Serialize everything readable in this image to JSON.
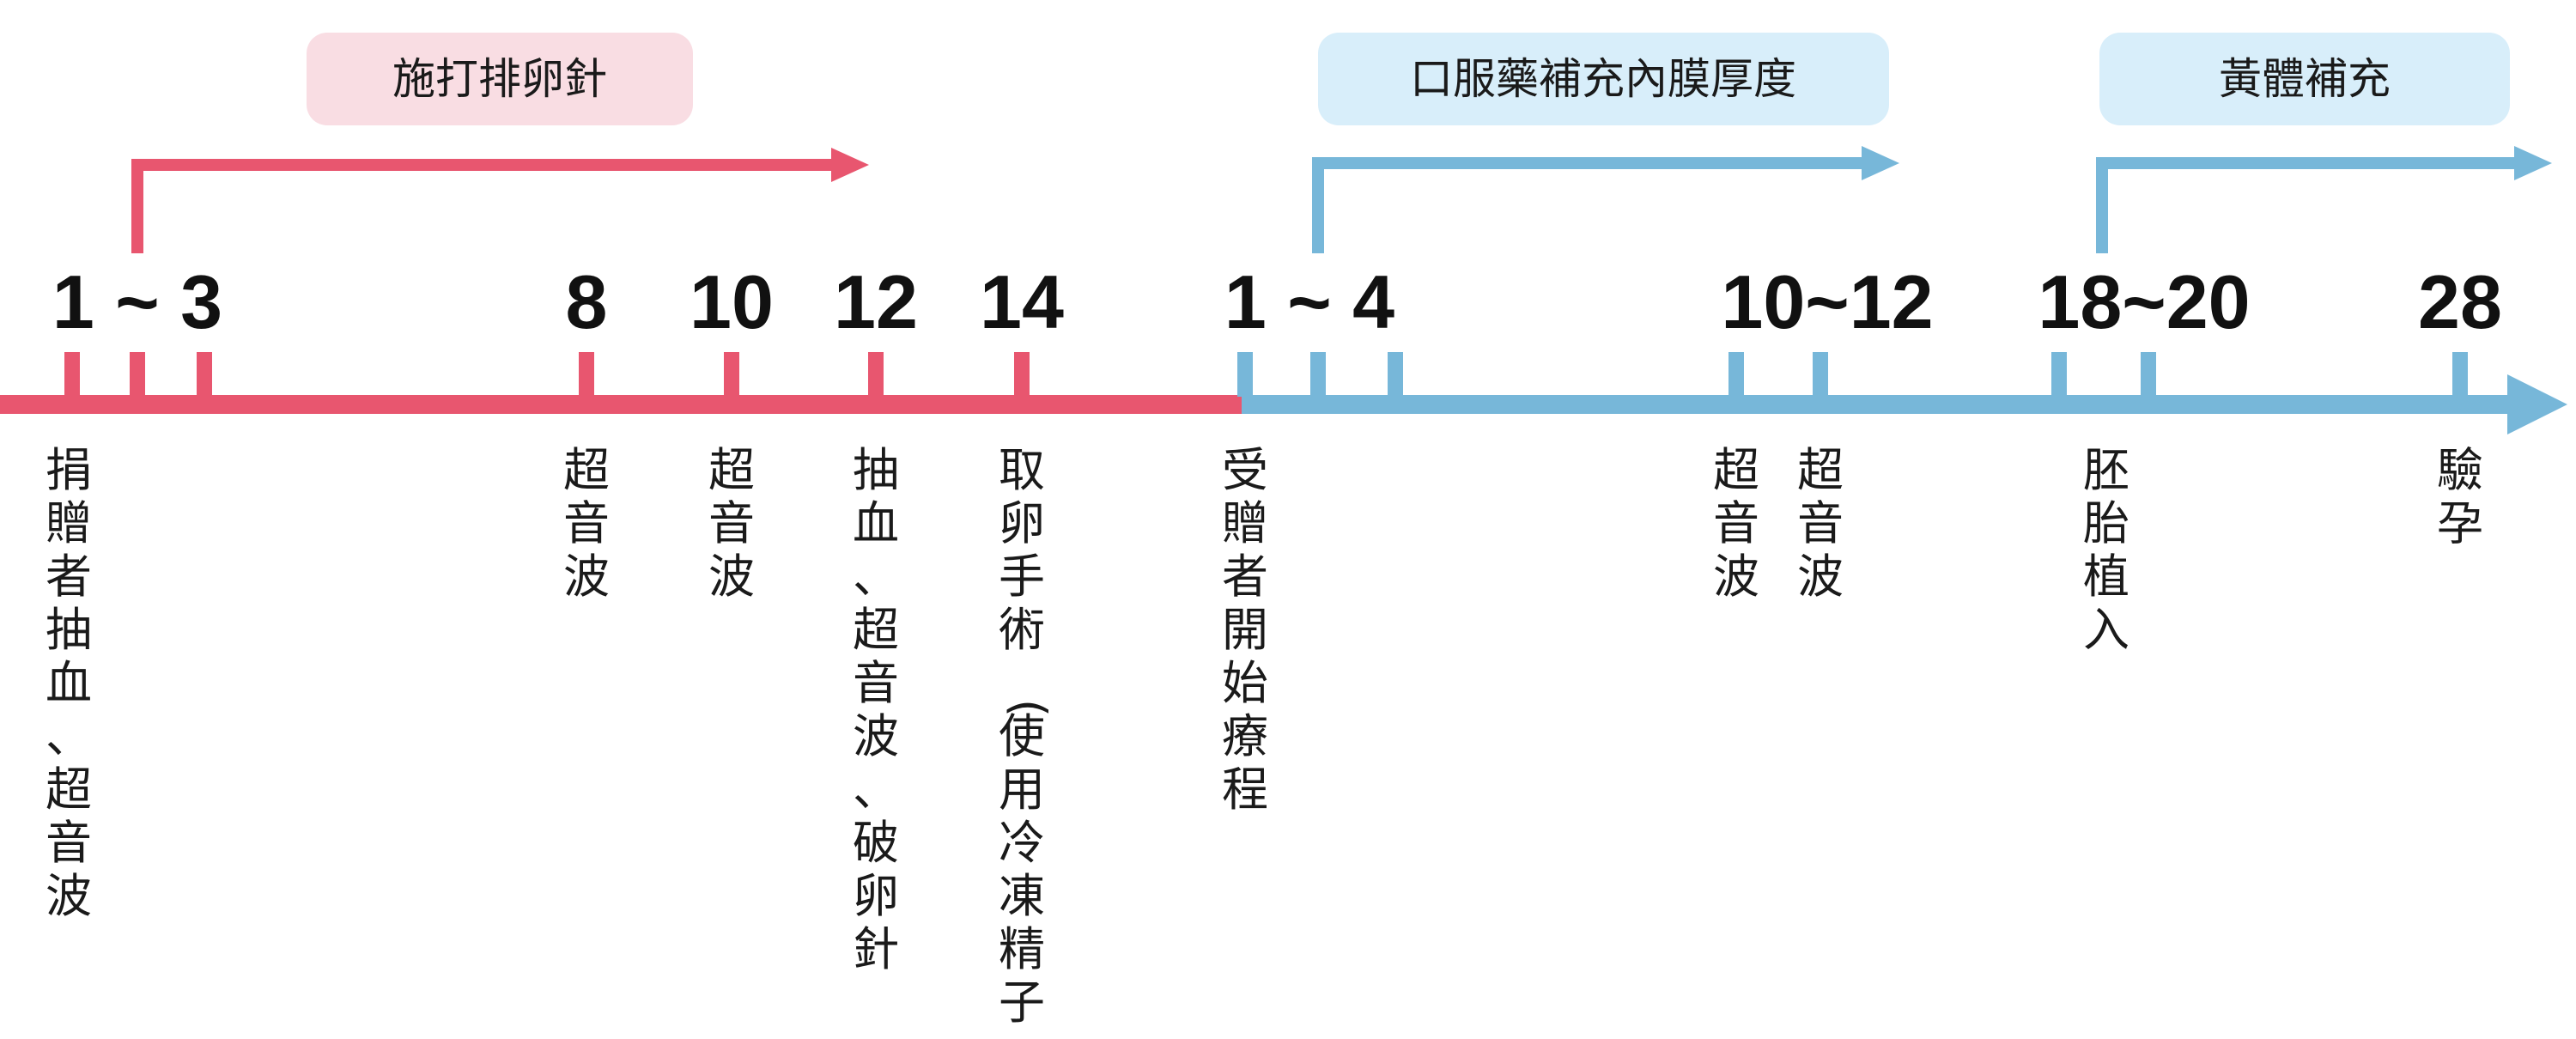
{
  "colors": {
    "donor": "#e8566f",
    "recipient": "#77b7d9",
    "donor_pill": "#f9dde3",
    "recipient_pill": "#d8eefa",
    "text": "#1a1a1a"
  },
  "phase_labels": {
    "ovulation_injection": "施打排卵針",
    "oral_meds": "口服藥補充內膜厚度",
    "progesterone": "黃體補充"
  },
  "day_labels": {
    "d1_3": "1 ~ 3",
    "d8": "8",
    "d10": "10",
    "d12": "12",
    "d14": "14",
    "r1_4": "1 ~ 4",
    "r10_12": "10~12",
    "r18_20": "18~20",
    "r28": "28"
  },
  "events": {
    "donor_start": "捐贈者抽血、超音波",
    "ultrasound_8": "超音波",
    "ultrasound_10": "超音波",
    "blood_ultrasound_trigger": "抽血、超音波、破卵針",
    "retrieval": "取卵手術(使用冷凍精子)",
    "recipient_start": "受贈者開始療程",
    "ultrasound_r10": "超音波",
    "ultrasound_r12": "超音波",
    "embryo_transfer": "胚胎植入",
    "pregnancy_test": "驗孕"
  }
}
